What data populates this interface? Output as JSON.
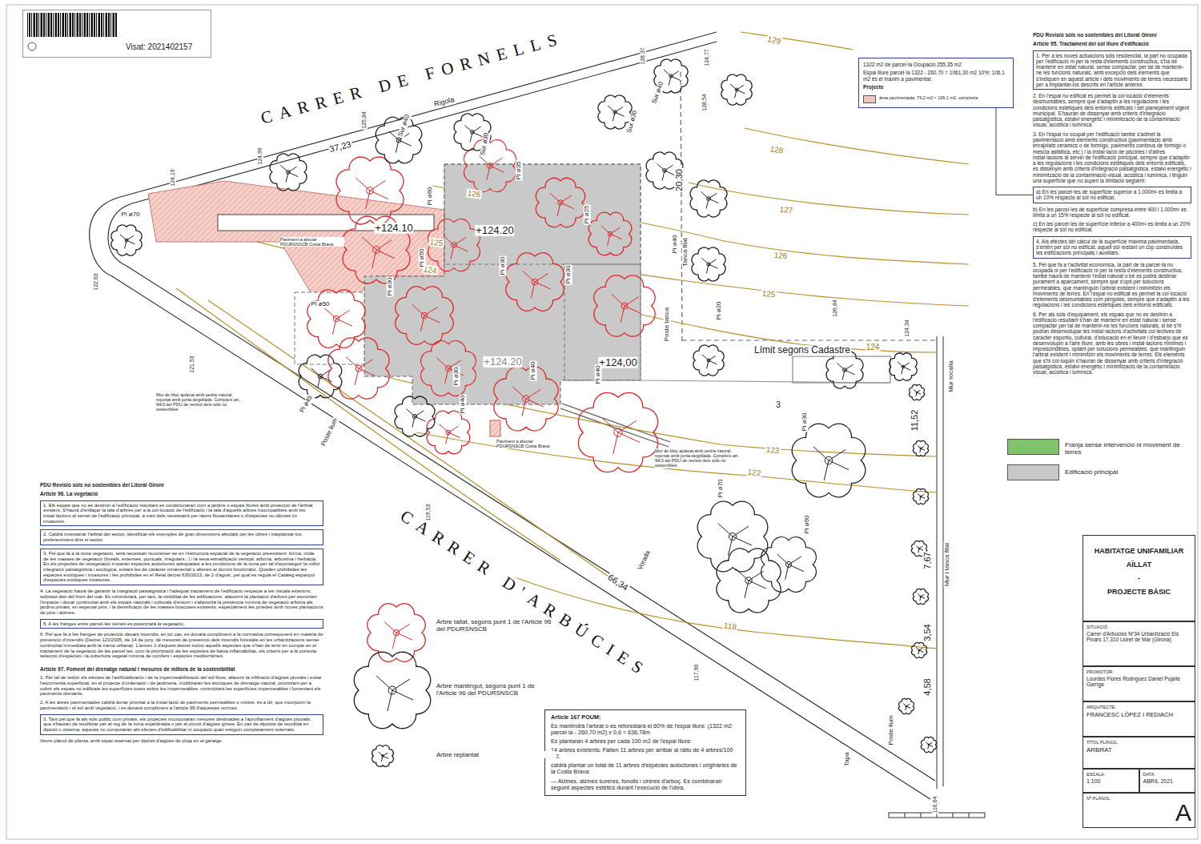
{
  "diagram": {
    "nodes": [
      {
        "text": [
          "Visat: 2021402157"
        ]
      },
      {
        "text": [
          "1322 m2 de parcel·la Ocupació 255,35 m2",
          "Espai lliure parcel·la 1322 - 260,70 = 1061,30 m2 10%: 106,1 m2 és el màxim a pavimentar.",
          "Projecte"
        ]
      },
      {
        "text": [
          "1. Per a les noves actuacions sòls residencial, la part no ocupada per l'edificació ni per la resta d'elements constructius, s'ha de mantenir en estat natural, sense compactar, per tal de mantenir-ne les funcions naturals, amb excepció dels elements que s'indiquen en aquest article i dels moviments de terres necessaris per a implantar-los descrits en l'article anterior."
        ]
      },
      {
        "text": [
          "a) En les parcel·les de superfície superior a 1.000m² es limita a un 10% respecte al sòl no edificat."
        ]
      },
      {
        "text": [
          "4. Als efectes del càlcul de la superfície màxima pavimentada, s'entén per sòl no edificat, aquell sòl restant un cop construïdes les edificacions principals i auxiliars."
        ]
      },
      {
        "text": [
          "1. Els espais que no es destinin a l'edificació resultant es condicionaran com a jardins o espais lliures amb protecció de l'arbrat existent. S'haurà d'enllaçar la tala d'arbres per a la col·locació de l'edificació i la tala d'aquells arbres incompatibles amb les instal·lacions al servei de l'edificació principal, a més dels necessaris per raons fitosanitàries o d'espècies no idònies i/o invasores."
        ]
      },
      {
        "text": [
          "2. Caldrà inventariar l'arbrat del sector, identificar els exemples de gran dimensions afectats per les obres i trasplantar-los preferentment dins el sector."
        ]
      },
      {
        "text": [
          "3. Pel que fa a la nova vegetació, serà necessari reconèixer-se en l'estructura espacial de la vegetació preexistent: forma, mida de les masses de vegetació (lineals, extenses, puntuals, irregulars...) i la seva estratificació vertical: arbòria, arbustiva i herbàcia. En els projectes de revegetació s'usaran espècies autòctones adequades a les condicions de la zona per tal d'aconseguir la millor integració paisatgística i ecològica, evitant les de caràcter ornamental o alienes al domini bioclimàtic. Queden prohibides les espècies exòtiques i invasores i les prohibides en el Reial decret 630/2013, de 2 d'agost, pel qual es regula el Catàleg espanyol d'espècies exòtiques invasores."
        ]
      },
      {
        "text": [
          "5. A les franges entre parcel·les veïnes es potenciarà la vegetació."
        ]
      },
      {
        "text": [
          "3. Tant pel que fa als sòls públic com privats, els projectes incorporaran mesures destinades a l'aprofitament d'aigües pluvials, que s'hauran de reutilitzar per al reg de la zona enjardinada o per al circuit d'aigües grises. En cas de dipòsits de recollida en dipòsit o cisterna, aquests no computaran als efectes d'edificabilitat ni ocupació quan estiguin completament soterrats."
        ]
      },
      {
        "text": [
          "Article 167 POUM:",
          "Es mantindrà l'arbrat o es reforestarà el 60% de l'espai lliure: (1322 m2 parcel·la - 260,70 m2) x 0,6 = 636,78m",
          "Es plantaran 4 arbres per cada 100 m2 de l'espai lliure:",
          "14 arbres existents. Falten 11 arbres per arribar al ràtio de 4 arbres/100 m2.",
          "caldrà plantar un total de 11 arbres d'espècies autòctones i originàries de la Costa Brava:",
          "— Alzines, alzines sureres, fonolls i cireres d'arboç. Es combinaran seguint aspectes estètics durant l'execució de l'obra."
        ]
      },
      {
        "text": [
          "HABITATGE UNIFAMILIAR",
          "AÏLLAT",
          "-",
          "PROJECTE BÀSIC"
        ]
      },
      {
        "text": [
          "SITUACIÓ:",
          "Carrer d'Arbúcies Nº34 Urbanització Els Pinars 17.310 Lloret de Mar (Girona)"
        ]
      },
      {
        "text": [
          "PROMOTOR:",
          "Lourdes Flores Rodríguez Daniel Pujalte Garriga"
        ]
      },
      {
        "text": [
          "ARQUITECTE:",
          "FRANCESC LÓPEZ I REDIACH"
        ]
      },
      {
        "text": [
          "TÍTOL PLÀNOL:",
          "ARBRAT"
        ]
      },
      {
        "text": [
          "ESCALA:",
          "1:100"
        ]
      },
      {
        "text": [
          "DATA:",
          "ABRIL 2021"
        ]
      },
      {
        "text": [
          "Nº PLÀNOL:",
          "A"
        ]
      }
    ],
    "edges": [
      {
        "from": 1,
        "to": 3,
        "arrow": "none"
      }
    ],
    "labels": [
      "CARRER DE FORNELLS",
      "CARRER D'ARBÚCIES",
      "Rigola",
      "37,23",
      "Límit segons Cadastre",
      "+124.10",
      "+124.20",
      "+124.20",
      "+124,00",
      "129",
      "128",
      "127",
      "126",
      "126",
      "125",
      "125",
      "124",
      "124",
      "123",
      "122",
      "118",
      "20,30",
      "66,34",
      "3",
      "11,52",
      "7,67",
      "3,54",
      "4,58",
      "Sur ø40",
      "Sur ø30",
      "Pi ø35",
      "Pi ø60",
      "Pi ø25",
      "Sur ø30",
      "Sur ø40",
      "Pi ø40",
      "Pi ø50",
      "Pi ø30",
      "Pi ø30",
      "Pi ø30",
      "Pi ø50",
      "Pi ø30",
      "Pi ø40",
      "Pi ø40",
      "Pi ø40",
      "Pi ø30",
      "Pi ø60",
      "Pi ø70",
      "Pi ø70",
      "Pi ø45",
      "Pi ø20",
      "Poste tanca",
      "Tanca filat",
      "Mur rocalla",
      "Mur i tanca filat",
      "Vorada",
      "Tapa",
      "Poste llum",
      "Poste llum",
      "Mur de bloc aplacat amb pedra natural, rejuntat amb junta degollada. Compleix art. 94/3 del PDU de revisió dels sòls no sostenibles",
      "Mur de bloc aplacat amb pedra natural, rejuntat amb junta degollada. Compleix art. 94/3 del PDU de revisió dels sòls no sostenibles",
      "Paviment a afectar PDURSNSCB Costa Brava",
      "Paviment a afectar PDURSNSCB Costa Brava",
      "PDU Revisió sòls no sostenibles del Litoral Gironí",
      "Article 95. Tractament del sòl lliure d'edificació",
      "2. En l'espai no edificat es permet la col·locació d'elements desmuntables, sempre que s'adaptin a les regulacions i les condicions estètiques dels entorns edificats i del planejament vigent municipal. S'hauran de dissenyar amb criteris d'integració paisatgística, estalvi energètic i minimització de la contaminació visual, acústica i lumínica.",
      "3. En l'espai no ocupat per l'edificació també s'admet la pavimentació amb elements constructius (pavimentació amb enrajolats ceràmics o de formigó, paviments continus de formigó o mescla asfàltica, etc.) i la instal·lació de piscines i d'altres instal·lacions al servei de l'edificació principal, sempre que s'adaptin a les regulacions i les condicions estètiques dels entorns edificats, es dissenyin amb criteris d'integració paisatgística, estalvi energètic i minimització de la contaminació visual, acústica i lumínica, i tinguin una superfície que no superi la limitació següent:",
      "b) En les parcel·les de superfície compresa entre 400 i 1.000m² es limita a un 15% respecte al sòl no edificat.",
      "c) En les parcel·les de superfície inferior a 400m² es limita a un 20% respecte al sòl no edificat.",
      "5. Pel que fa a l'activitat econòmica, la part de la parcel·la no ocupada ni per l'edificació ni per la resta d'elements constructius, també haurà de mantenir l'estat natural o bé es podrà destinar purament a aparcament, sempre que s'opti per solucions permeables, que mantinguin l'arbrat existent i minimitzin els moviments de terres. En l'espai no edificat es permet la col·locació d'elements desmuntables com pèrgoles, sempre que s'adaptin a les regulacions i les condicions estètiques dels entorns edificats.",
      "6. Per als sòls d'equipament, els espais que no es destinin a l'edificació resultant s'han de mantenir en estat natural i sense compactar per tal de mantenir-ne les funcions naturals, si bé s'hi podran desenvolupar les instal·lacions d'activitats col·lectives de caràcter esportiu, cultural, d'educació en el lleure i d'esbarjo que es desenvolupin a l'aire lliure, amb les obres i instal·lacions mínimes i imprescindibles, optant per solucions permeables, que mantinguin l'arbrat existent i minimitzin els moviments de terres. Els elements que s'hi col·loquin s'hauran de dissenyar amb criteris d'integració paisatgística, estalvi energètic i minimització de la contaminació visual, acústica i lumínica.",
      "PDU Revisió sòls no sostenibles del Litoral Gironí",
      "Article 96. La vegetació",
      "4. La vegetació haurà de garantir la integració paisatgística i l'adequat tractament de l'edificació respecte a les visuals exteriors, sobretot des del front del mar. Es minimitzarà, per tant, la visibilitat de les edificacions, afavorint la plantació d'arbres per esmorteir l'impacte i donar continuïtat amb els espais naturals i culturals d'entorn i s'afavorirà la presència mínima de vegetació arbòria als jardins privats, en especial pins, i la densificació de les masses boscoses existents, especialment les pinedes amb noves plantacions de pins i alzines.",
      "6. Pel que fa a les franges de protecció davant incendis, en tot cas, es donarà compliment a la normativa corresponent en matèria de prevenció d'incendis (Decret 123/2005, de 14 de juny, de mesures de prevenció dels incendis forestals en les urbanitzacions sense continuïtat immediata amb la trama urbana). L'annex 2 d'aquest decret inclou aquells aspectes que s'han de tenir en compte en el tractament de la vegetació de les parcel·les, com la priorització de les espècies de baixa inflamabilitat, els criteris per a la correcta selecció d'espècies i la cobertura vegetal mínima de conífers i espècies mediterrànies.",
      "Article 97. Foment del drenatge natural i mesures de millora de la sostenibilitat",
      "1. Per tal de reduir els efectes de l'artificialització i de la impermeabilització del sòl lliure, afavorir la infiltració d'aigües pluvials i evitar l'escorrentia superficial, en el projecte d'ordenació i de jardineria, s'utilitzaran les tècniques de drenatge natural, prioritzant per a cobrir els espais no edificats les superfícies toves sobre les impermeables, minimitzant les superfícies impermeables i fomentant els paviments drenants.",
      "2. A les àrees pavimentades caldrà donar prioritat a la instal·lació de paviments permeables o mixtes, és a dir, que incorporin la pavimentació i el sòl amb vegetació, i es donarà compliment a l'article 95 d'aquestes normes.",
      "Veure plànol de planta, amb espai reservat per dipòsit d'aigües de pluja en el garatge",
      "124,77",
      "128,37",
      "128,54",
      "124,19",
      "125,84",
      "124,99",
      "122,63",
      "121,53",
      "119,53",
      "117,90",
      "116,64",
      "126,84",
      "124,34"
    ],
    "legend": [
      {
        "text": "àrea pavimentada: 79,2 m2 < 106,1 m2. complerta",
        "color": "#f2c4bc"
      },
      {
        "text": "Franja sense intervenció ni moviment de terres",
        "color": "#7fc46a"
      },
      {
        "text": "Edificació principal",
        "color": "#c8c8c8"
      },
      {
        "text": "Arbre tallat, segons punt 1 de l'Article 96 del PDURSNSCB"
      },
      {
        "text": "Arbre mantingut, segons punt 1 de l'Article 96 del PDURSNSCB"
      },
      {
        "text": "Arbre replantat"
      }
    ]
  }
}
